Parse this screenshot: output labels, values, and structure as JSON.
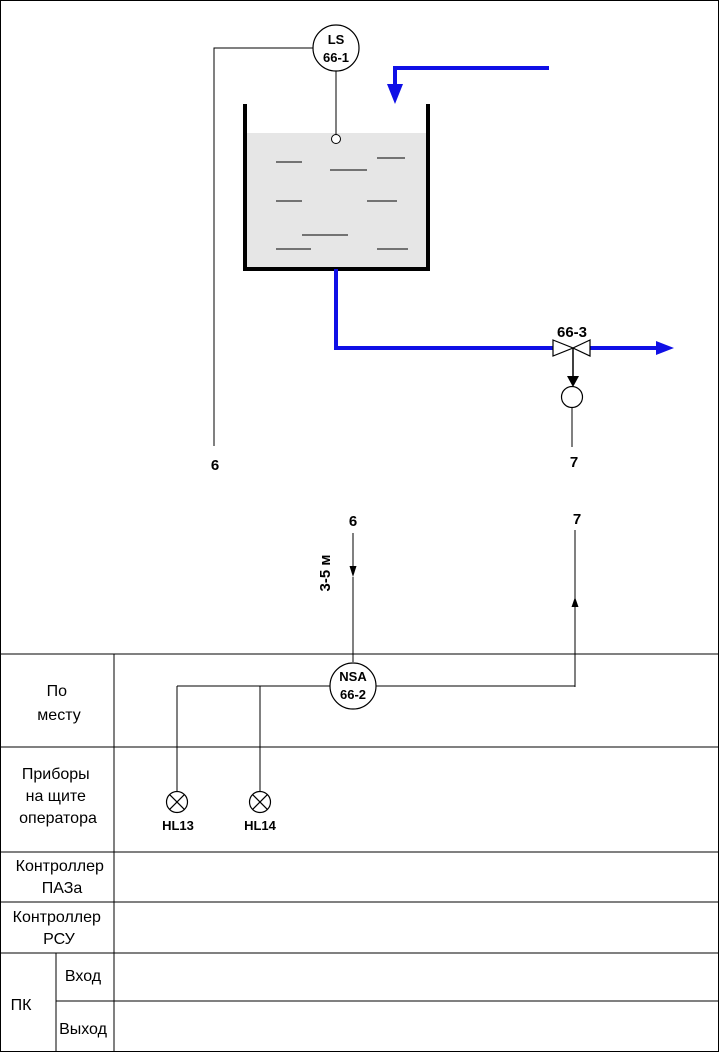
{
  "instruments": {
    "ls": {
      "line1": "LS",
      "line2": "66-1"
    },
    "nsa": {
      "line1": "NSA",
      "line2": "66-2"
    },
    "valve": "66-3"
  },
  "connections": {
    "left_top": "6",
    "right_top": "7",
    "left_bottom": "6",
    "right_bottom": "7",
    "distance": "3-5 м"
  },
  "lamps": {
    "hl13": "HL13",
    "hl14": "HL14"
  },
  "rows": {
    "field": [
      "По",
      "месту"
    ],
    "panel": [
      "Приборы",
      "на щите",
      "оператора"
    ],
    "paz": [
      "Контроллер",
      "ПАЗа"
    ],
    "rsu": [
      "Контроллер",
      "РСУ"
    ],
    "pk": "ПК",
    "pk_in": "Вход",
    "pk_out": "Выход"
  },
  "colors": {
    "pipe": "#1010e6",
    "line": "#000000",
    "liquid": "#e6e6e6"
  }
}
